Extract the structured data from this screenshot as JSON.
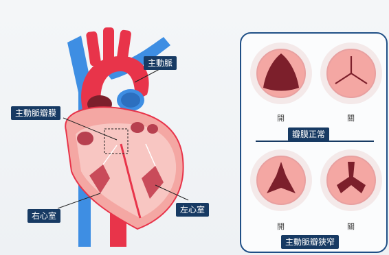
{
  "heart": {
    "labels": {
      "aorta": "主動脈",
      "aortic_valve": "主動脈瓣膜",
      "right_ventricle": "右心室",
      "left_ventricle": "左心室"
    }
  },
  "panel": {
    "normal": {
      "open_label": "開",
      "closed_label": "關",
      "caption": "瓣膜正常"
    },
    "stenosis": {
      "open_label": "開",
      "closed_label": "關",
      "caption": "主動脈瓣狹窄"
    }
  },
  "colors": {
    "aorta_red": "#e8344a",
    "vena_blue": "#3e8ee3",
    "tag_navy": "#173a63",
    "panel_border": "#1f4f86",
    "valve_pink": "#f4a7a3",
    "valve_dark": "#7c1f2b"
  }
}
